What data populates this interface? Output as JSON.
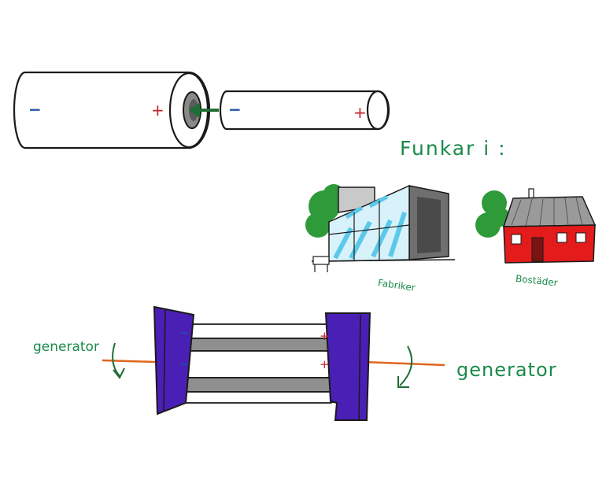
{
  "battery_top": {
    "large_minus": "−",
    "large_plus": "+",
    "small_minus": "−",
    "small_plus": "+"
  },
  "funkar_label": "Funkar i :",
  "buildings": {
    "factory_label": "Fabriker",
    "house_label": "Bostäder"
  },
  "generator_assembly": {
    "left_label": "generator",
    "right_label": "generator",
    "rod1_minus": "−",
    "rod1_plus": "+",
    "rod2_minus": "−",
    "rod2_plus": "+"
  },
  "colors": {
    "ink": "#1a1a1a",
    "green_text": "#1a8a4a",
    "green_arrow": "#1f6e35",
    "minus_blue": "#1c4fa8",
    "plus_red": "#c8202a",
    "purple": "#4a1fb5",
    "gray": "#8f8f8f",
    "orange": "#e0661c",
    "house_red": "#e31b1b",
    "tree_green": "#2e9a3a",
    "glass_blue": "#5cc8ea"
  }
}
